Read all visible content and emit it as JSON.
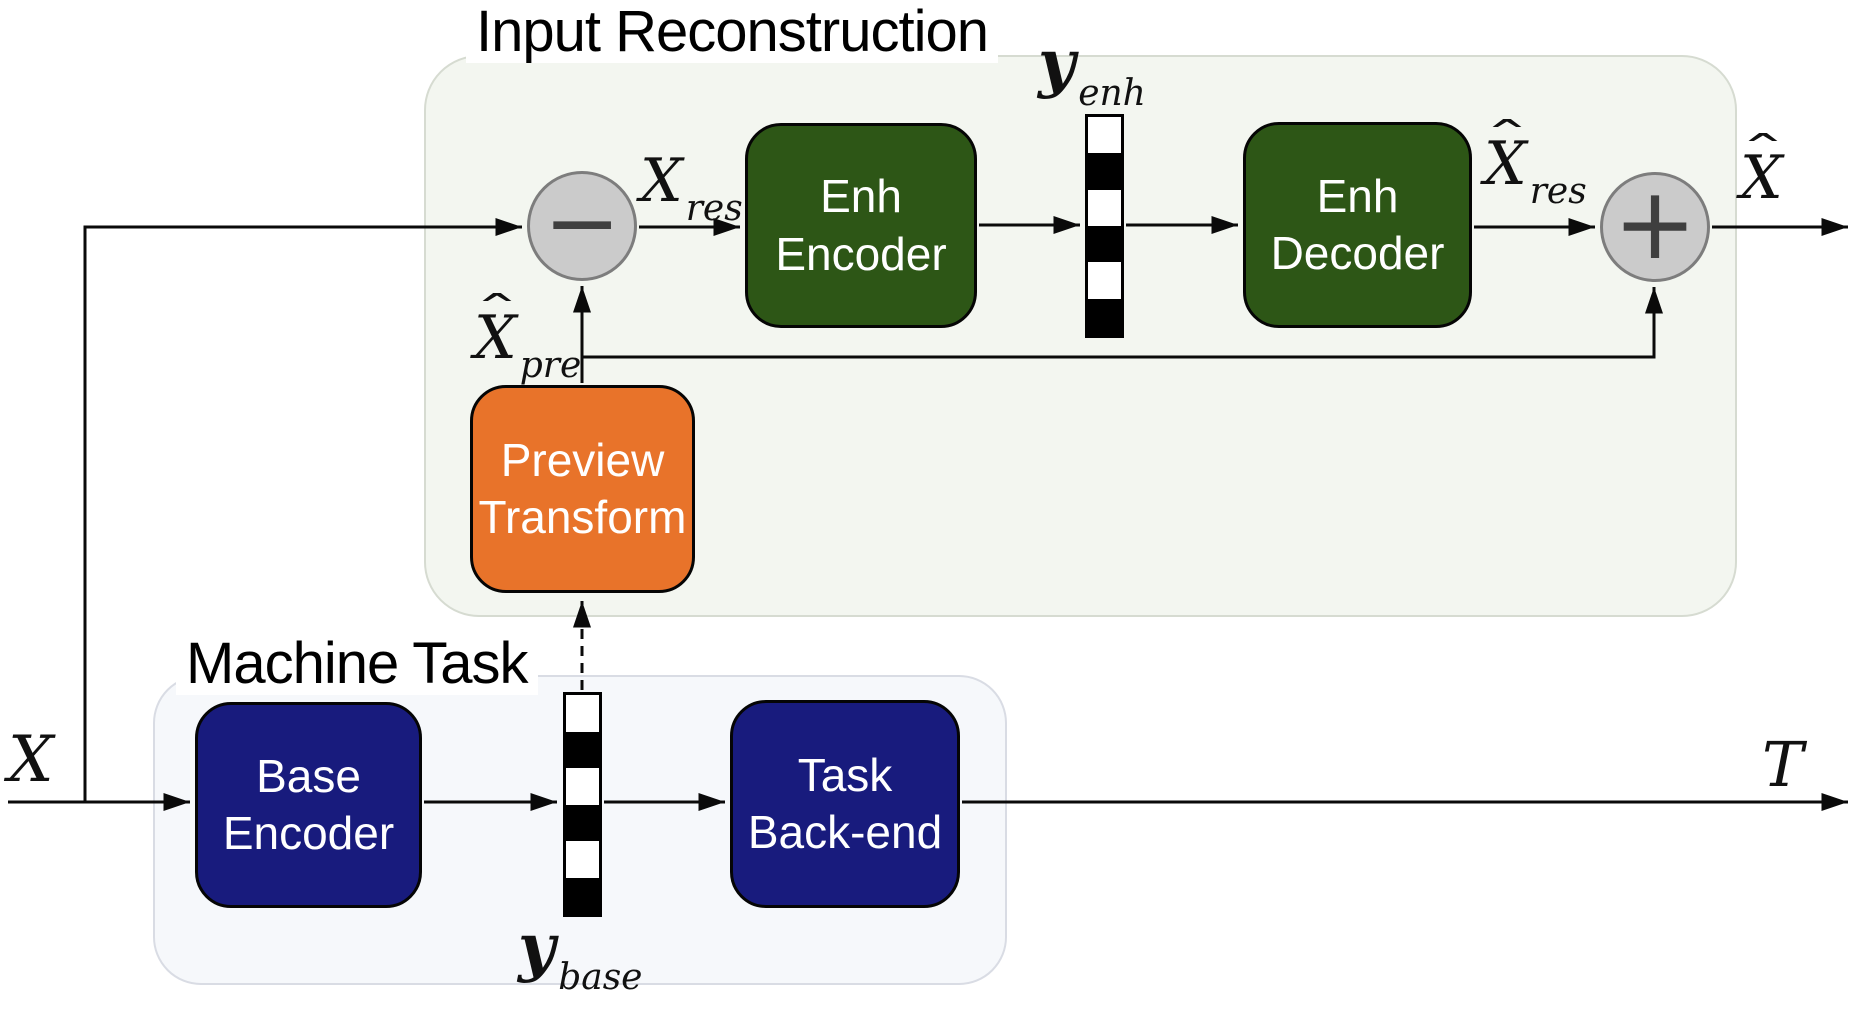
{
  "sections": {
    "input_reconstruction": "Input Reconstruction",
    "machine_task": "Machine Task"
  },
  "blocks": {
    "enh_encoder": {
      "line1": "Enh",
      "line2": "Encoder"
    },
    "enh_decoder": {
      "line1": "Enh",
      "line2": "Decoder"
    },
    "preview_transform": {
      "line1": "Preview",
      "line2": "Transform"
    },
    "base_encoder": {
      "line1": "Base",
      "line2": "Encoder"
    },
    "task_backend": {
      "line1": "Task",
      "line2": "Back-end"
    }
  },
  "operators": {
    "minus": "−",
    "plus": "+"
  },
  "labels": {
    "input": {
      "hat": "",
      "base": "X",
      "sub": ""
    },
    "x_res": {
      "hat": "",
      "base": "X",
      "sub": "res"
    },
    "y_enh": {
      "hat": "",
      "base": "y",
      "sub": "enh"
    },
    "x_hat_res": {
      "hat": "ˆ",
      "base": "X",
      "sub": "res"
    },
    "x_hat": {
      "hat": "ˆ",
      "base": "X",
      "sub": ""
    },
    "x_hat_pre": {
      "hat": "ˆ",
      "base": "X",
      "sub": "pre"
    },
    "y_base": {
      "hat": "",
      "base": "y",
      "sub": "base"
    },
    "task_output": {
      "hat": "",
      "base": "T",
      "sub": ""
    }
  },
  "bitstreams": {
    "enh": {
      "cells": [
        "w",
        "b",
        "w",
        "b",
        "w",
        "b"
      ]
    },
    "base": {
      "cells": [
        "w",
        "b",
        "w",
        "b",
        "w",
        "b"
      ]
    }
  },
  "colors": {
    "encoder_decoder_green": "#2d5616",
    "task_navy": "#181b7d",
    "preview_orange": "#e8732a",
    "operator_fill": "#cbcbcb",
    "operator_border": "#7d7d7d",
    "ir_panel_bg": "#f3f6f0",
    "ir_panel_border": "#d6dbd1",
    "mt_panel_bg": "#f6f8fb",
    "mt_panel_border": "#d9dce4",
    "wire_black": "#0a0a0a"
  }
}
